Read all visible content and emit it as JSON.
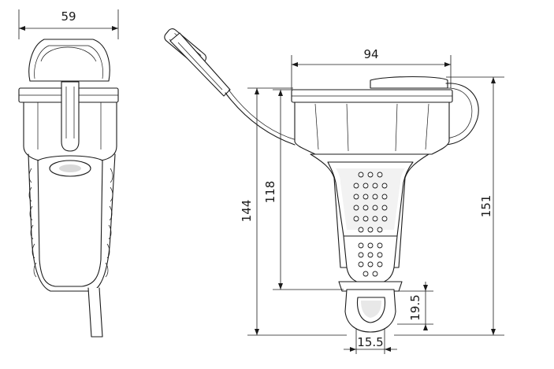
{
  "dimensions": {
    "side_width": "59",
    "top_width": "94",
    "height_body": "118",
    "height_total_front": "144",
    "height_total_with_lid": "151",
    "handle_height": "19.5",
    "handle_width": "15.5"
  }
}
